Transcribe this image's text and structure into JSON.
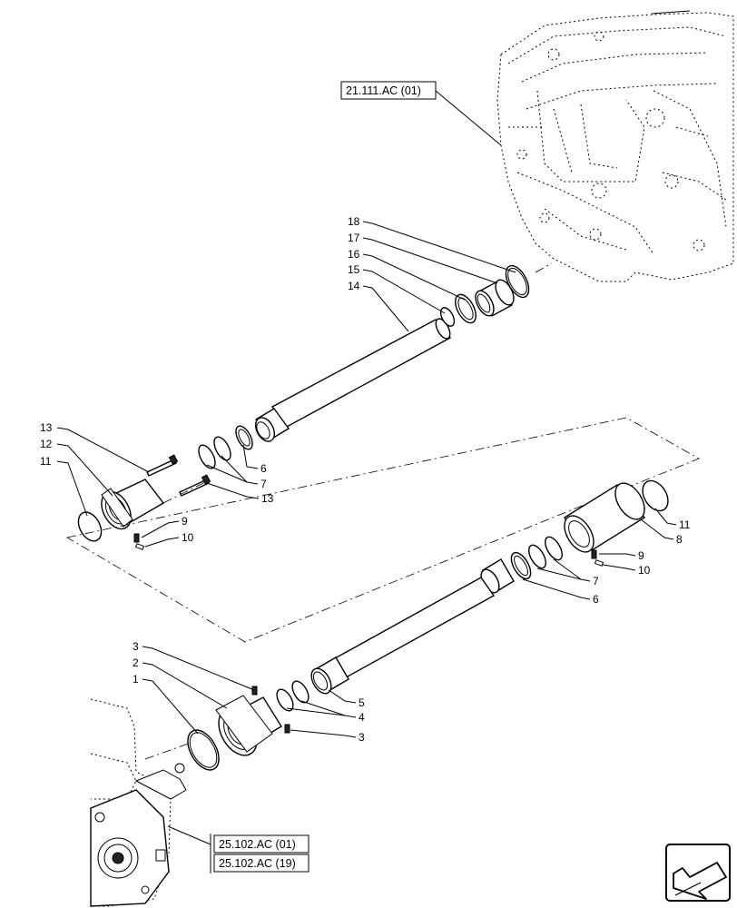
{
  "references": [
    {
      "id": "ref-top",
      "text": "21.111.AC (01)"
    },
    {
      "id": "ref-bottom-1",
      "text": "25.102.AC (01)"
    },
    {
      "id": "ref-bottom-2",
      "text": "25.102.AC (19)"
    }
  ],
  "callouts": {
    "c18": "18",
    "c17": "17",
    "c16": "16",
    "c15": "15",
    "c14": "14",
    "c13a": "13",
    "c12": "12",
    "c11a": "11",
    "c6a": "6",
    "c7a": "7",
    "c13b": "13",
    "c9a": "9",
    "c10a": "10",
    "c11b": "11",
    "c8": "8",
    "c9b": "9",
    "c10b": "10",
    "c7b": "7",
    "c6b": "6",
    "c3a": "3",
    "c2": "2",
    "c1": "1",
    "c5": "5",
    "c4": "4",
    "c3b": "3"
  },
  "nav_icon": "arrow-exit-icon"
}
